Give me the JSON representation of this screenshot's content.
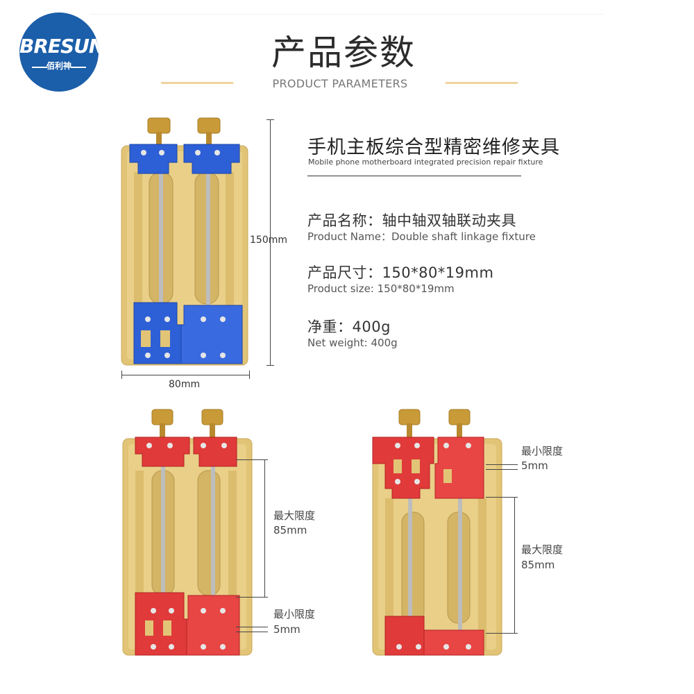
{
  "brand": {
    "logo_text": "BRESUN",
    "logo_sub": "佰利神"
  },
  "header": {
    "title": "产品参数",
    "subtitle": "PRODUCT PARAMETERS"
  },
  "product": {
    "title_cn": "手机主板综合型精密维修夹具",
    "title_en": "Mobile phone motherboard integrated precision repair fixture",
    "name_cn": "产品名称：轴中轴双轴联动夹具",
    "name_en": "Product Name：Double shaft linkage fixture",
    "size_cn": "产品尺寸：150*80*19mm",
    "size_en": "Product size: 150*80*19mm",
    "weight_cn": "净重：400g",
    "weight_en": "Net weight: 400g"
  },
  "dimensions": {
    "height": "150mm",
    "width": "80mm"
  },
  "limits": {
    "left_max_label": "最大限度",
    "left_max_value": "85mm",
    "left_min_label": "最小限度",
    "left_min_value": "5mm",
    "right_min_label": "最小限度",
    "right_min_value": "5mm",
    "right_max_label": "最大限度",
    "right_max_value": "85mm"
  },
  "colors": {
    "gold": "#e2c476",
    "blue": "#2d5fd6",
    "red": "#e03a3a",
    "logo_blue": "#1b5ea9",
    "accent_bar": "#f0d49e"
  }
}
